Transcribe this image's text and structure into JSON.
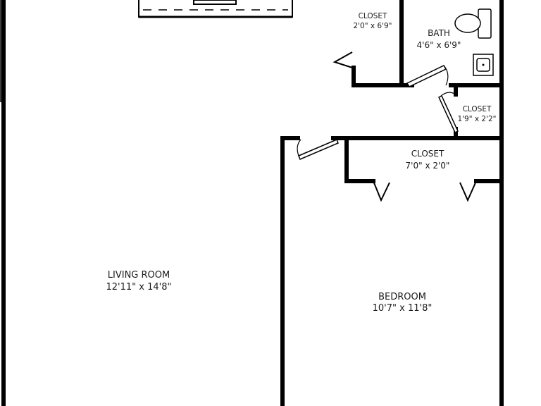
{
  "rooms": {
    "living": {
      "name": "LIVING ROOM",
      "dims": "12'11\" x 14'8\""
    },
    "bedroom": {
      "name": "BEDROOM",
      "dims": "10'7\" x 11'8\""
    },
    "bath": {
      "name": "BATH",
      "dims": "4'6\" x 6'9\""
    },
    "closet_top": {
      "name": "CLOSET",
      "dims": "2'0\" x 6'9\""
    },
    "closet_small": {
      "name": "CLOSET",
      "dims": "1'9\" x 2'2\""
    },
    "closet_bedroom": {
      "name": "CLOSET",
      "dims": "7'0\" x 2'0\""
    }
  },
  "icons": {
    "toilet": "toilet-icon",
    "sink": "sink-icon",
    "counter": "kitchen-counter"
  }
}
